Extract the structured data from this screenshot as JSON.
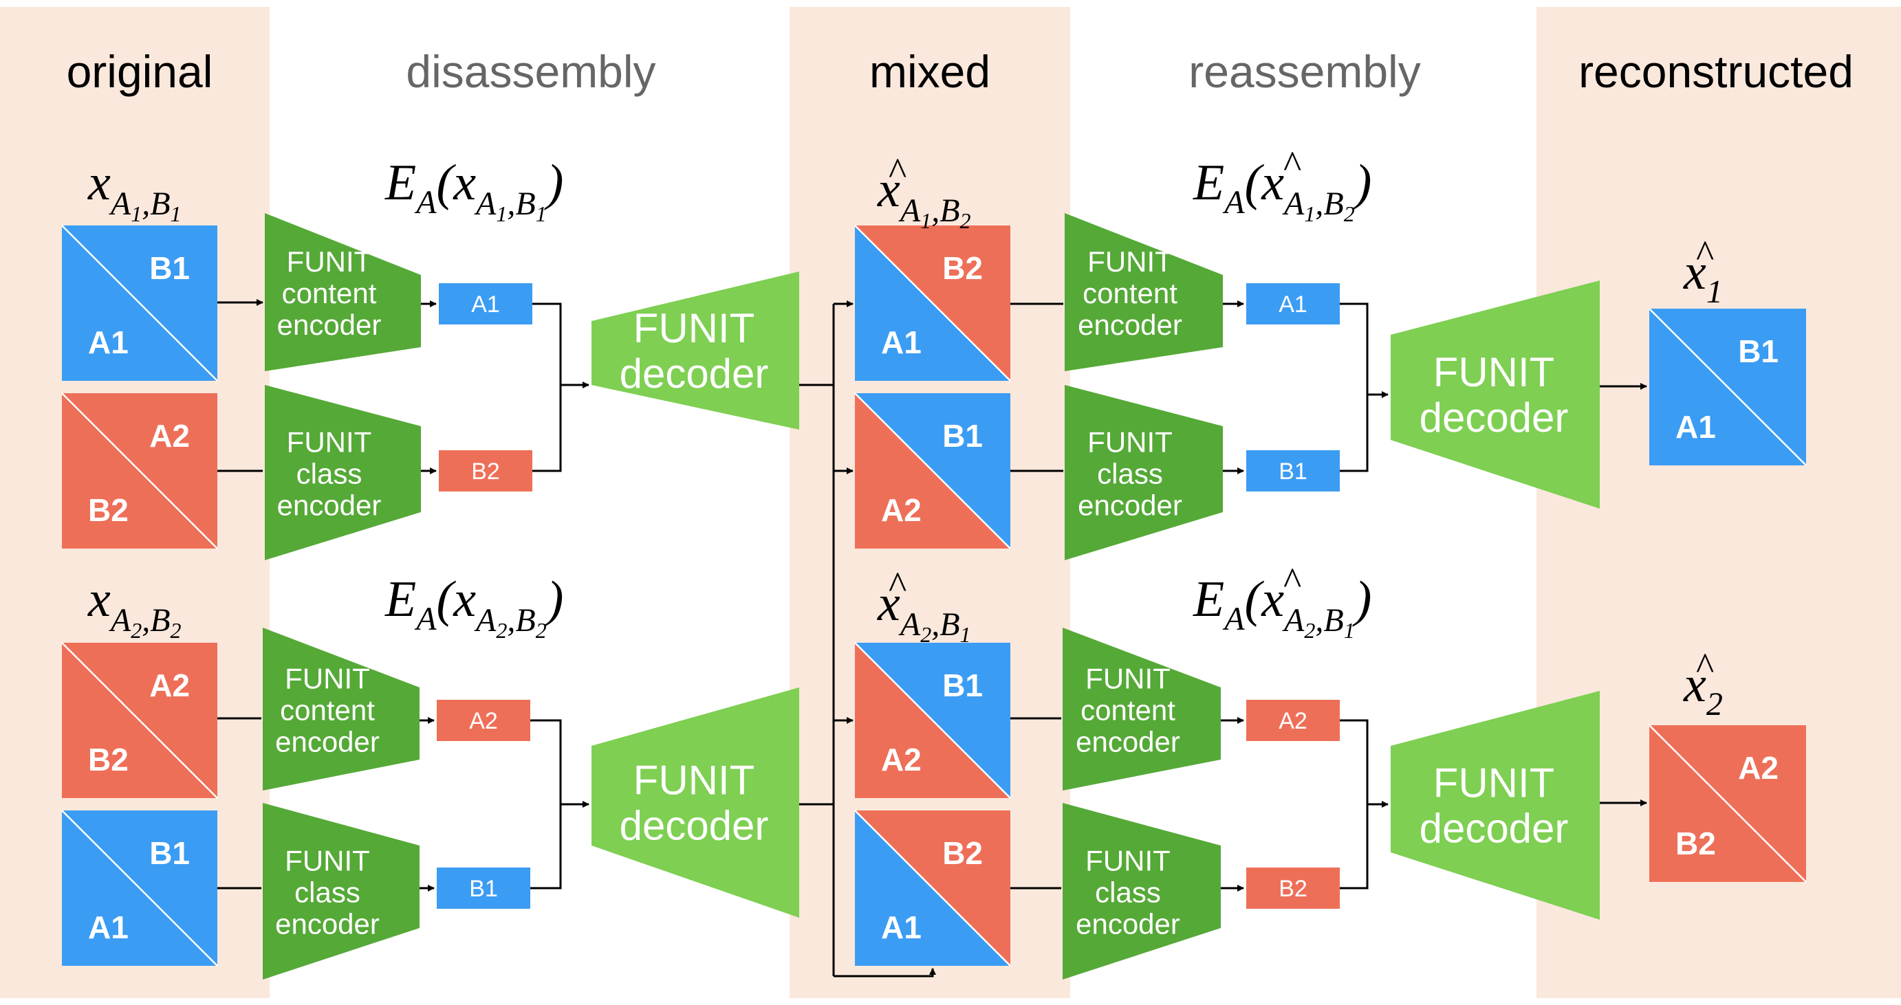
{
  "colors": {
    "band": "#fae8dc",
    "blue": "#3b9cf3",
    "red": "#ee6f58",
    "enc_green": "#55a937",
    "dec_green": "#7ecf52",
    "header_dark": "#000000",
    "header_gray": "#666666",
    "wire": "#000000"
  },
  "headers": {
    "original": "original",
    "disassembly": "disassembly",
    "mixed": "mixed",
    "reassembly": "reassembly",
    "reconstructed": "reconstructed"
  },
  "labels": {
    "A1": "A1",
    "A2": "A2",
    "B1": "B1",
    "B2": "B2"
  },
  "encoders": {
    "content": [
      "FUNIT",
      "content",
      "encoder"
    ],
    "class": [
      "FUNIT",
      "class",
      "encoder"
    ]
  },
  "decoder": [
    "FUNIT",
    "decoder"
  ],
  "math": {
    "x": "x",
    "E": "E",
    "A": "A",
    "A1": "A",
    "A1_sub": "1",
    "A2": "A",
    "A2_sub": "2",
    "B1": "B",
    "B1_sub": "1",
    "B2": "B",
    "B2_sub": "2",
    "comma": ",",
    "lparen": "(",
    "rparen": ")",
    "hat": "^",
    "one": "1",
    "two": "2"
  }
}
